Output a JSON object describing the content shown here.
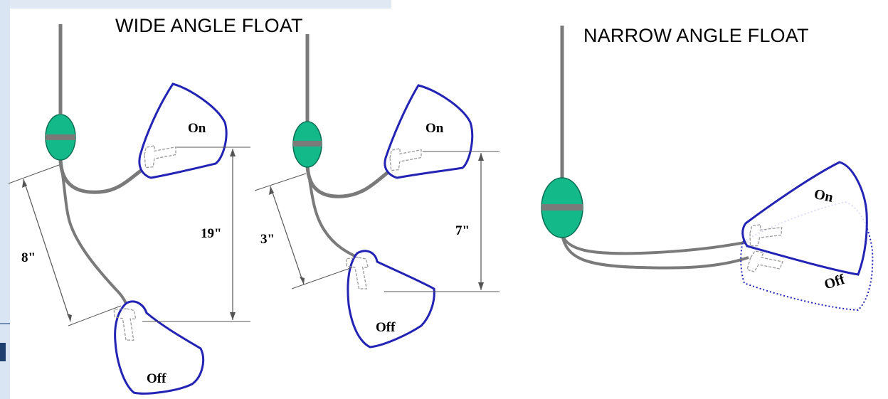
{
  "titles": {
    "wide": "WIDE ANGLE FLOAT",
    "narrow": "NARROW ANGLE FLOAT"
  },
  "diagram_1": {
    "on_label": "On",
    "off_label": "Off",
    "tether_length": "8\"",
    "drop_distance": "19\""
  },
  "diagram_2": {
    "on_label": "On",
    "off_label": "Off",
    "tether_length": "3\"",
    "drop_distance": "7\""
  },
  "diagram_3": {
    "on_label": "On",
    "off_label": "Off"
  },
  "colors": {
    "float_fill": "#14b98a",
    "bulb_outline": "#2323b4",
    "cable": "#7a7a7a",
    "dimension_line": "#555555"
  }
}
